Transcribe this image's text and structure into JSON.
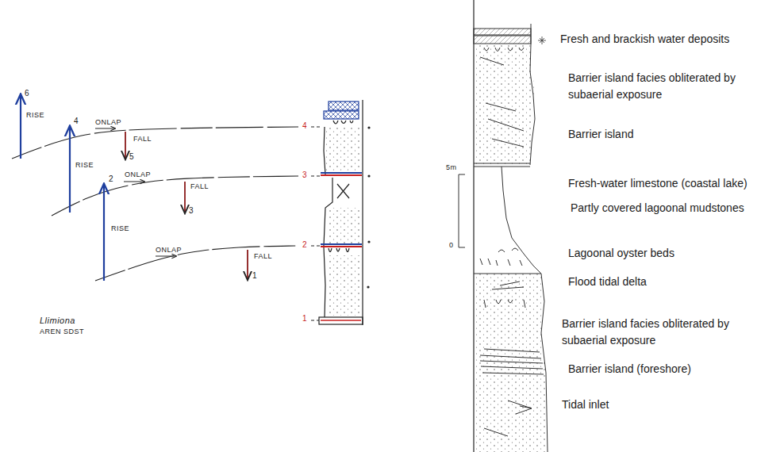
{
  "diagram": {
    "labels": [
      "6",
      "RISE",
      "4",
      "ONLAP",
      "FALL",
      "5",
      "RISE",
      "2",
      "ONLAP",
      "FALL",
      "3",
      "RISE",
      "ONLAP",
      "FALL",
      "1",
      "4",
      "3",
      "2",
      "1",
      "Llimiona",
      "AREN SDST",
      "5m",
      "0",
      "Fresh and brackish water deposits",
      "Barrier island facies obliterated by subaerial exposure",
      "Barrier island",
      "Fresh-water limestone (coastal lake)",
      "Partly covered lagoonal mudstones",
      "Lagoonal oyster beds",
      "Flood tidal delta",
      "Barrier island facies obliterated by subaerial exposure",
      "Barrier island (foreshore)",
      "Tidal inlet"
    ]
  }
}
